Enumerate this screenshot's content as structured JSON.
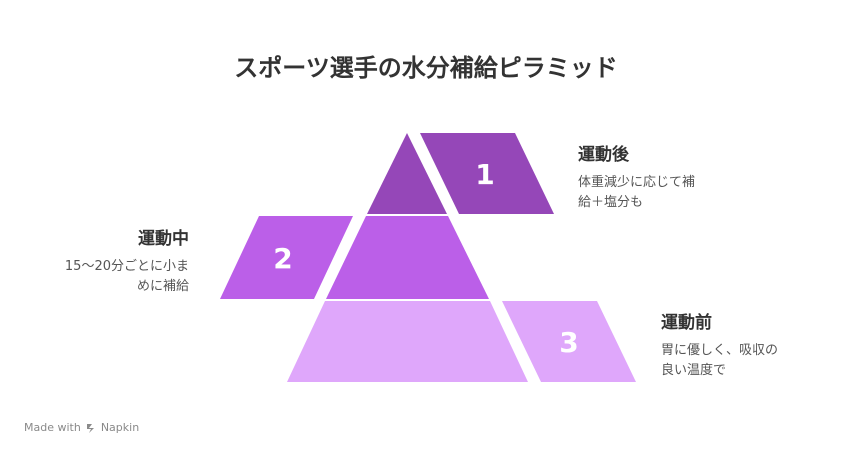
{
  "title": "スポーツ選手の水分補給ピラミッド",
  "levels": [
    {
      "number": "1",
      "title": "運動後",
      "desc_line1": "体重減少に応じて補",
      "desc_line2": "給＋塩分も",
      "color": "#9547b8"
    },
    {
      "number": "2",
      "title": "運動中",
      "desc_line1": "15〜20分ごとに小ま",
      "desc_line2": "めに補給",
      "color": "#bb5fe8"
    },
    {
      "number": "3",
      "title": "運動前",
      "desc_line1": "胃に優しく、吸収の",
      "desc_line2": "良い温度で",
      "color": "#dfa7fb"
    }
  ],
  "footer": {
    "prefix": "Made with",
    "brand": "Napkin"
  }
}
